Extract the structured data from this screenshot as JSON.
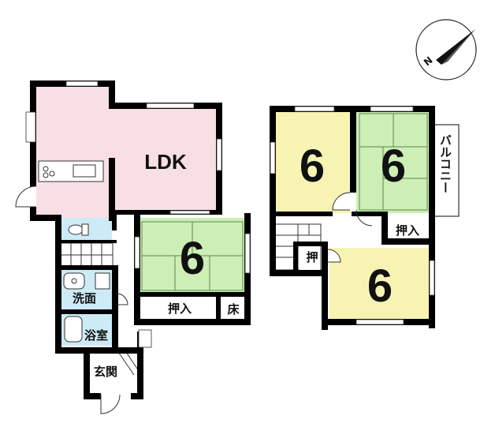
{
  "colors": {
    "ldk": "#f7dfe3",
    "washitsu": "#cdeeb5",
    "yoshitsu": "#f7f3b2",
    "wet_area": "#cdebf6",
    "wall": "#000000",
    "tatami_line": "#5a8a4a"
  },
  "compass": {
    "label": "N"
  },
  "rooms": {
    "ldk": "LDK",
    "floor1_washitsu": "6",
    "floor2_left": "6",
    "floor2_tatami": "6",
    "floor2_bottom": "6",
    "closet_1f": "押入",
    "tokonoma": "床",
    "senmen": "洗面",
    "yokushitsu": "浴室",
    "genkan": "玄関",
    "closet_2f": "押入",
    "closet_2f_small": "押",
    "balcony": "バルコニー"
  }
}
